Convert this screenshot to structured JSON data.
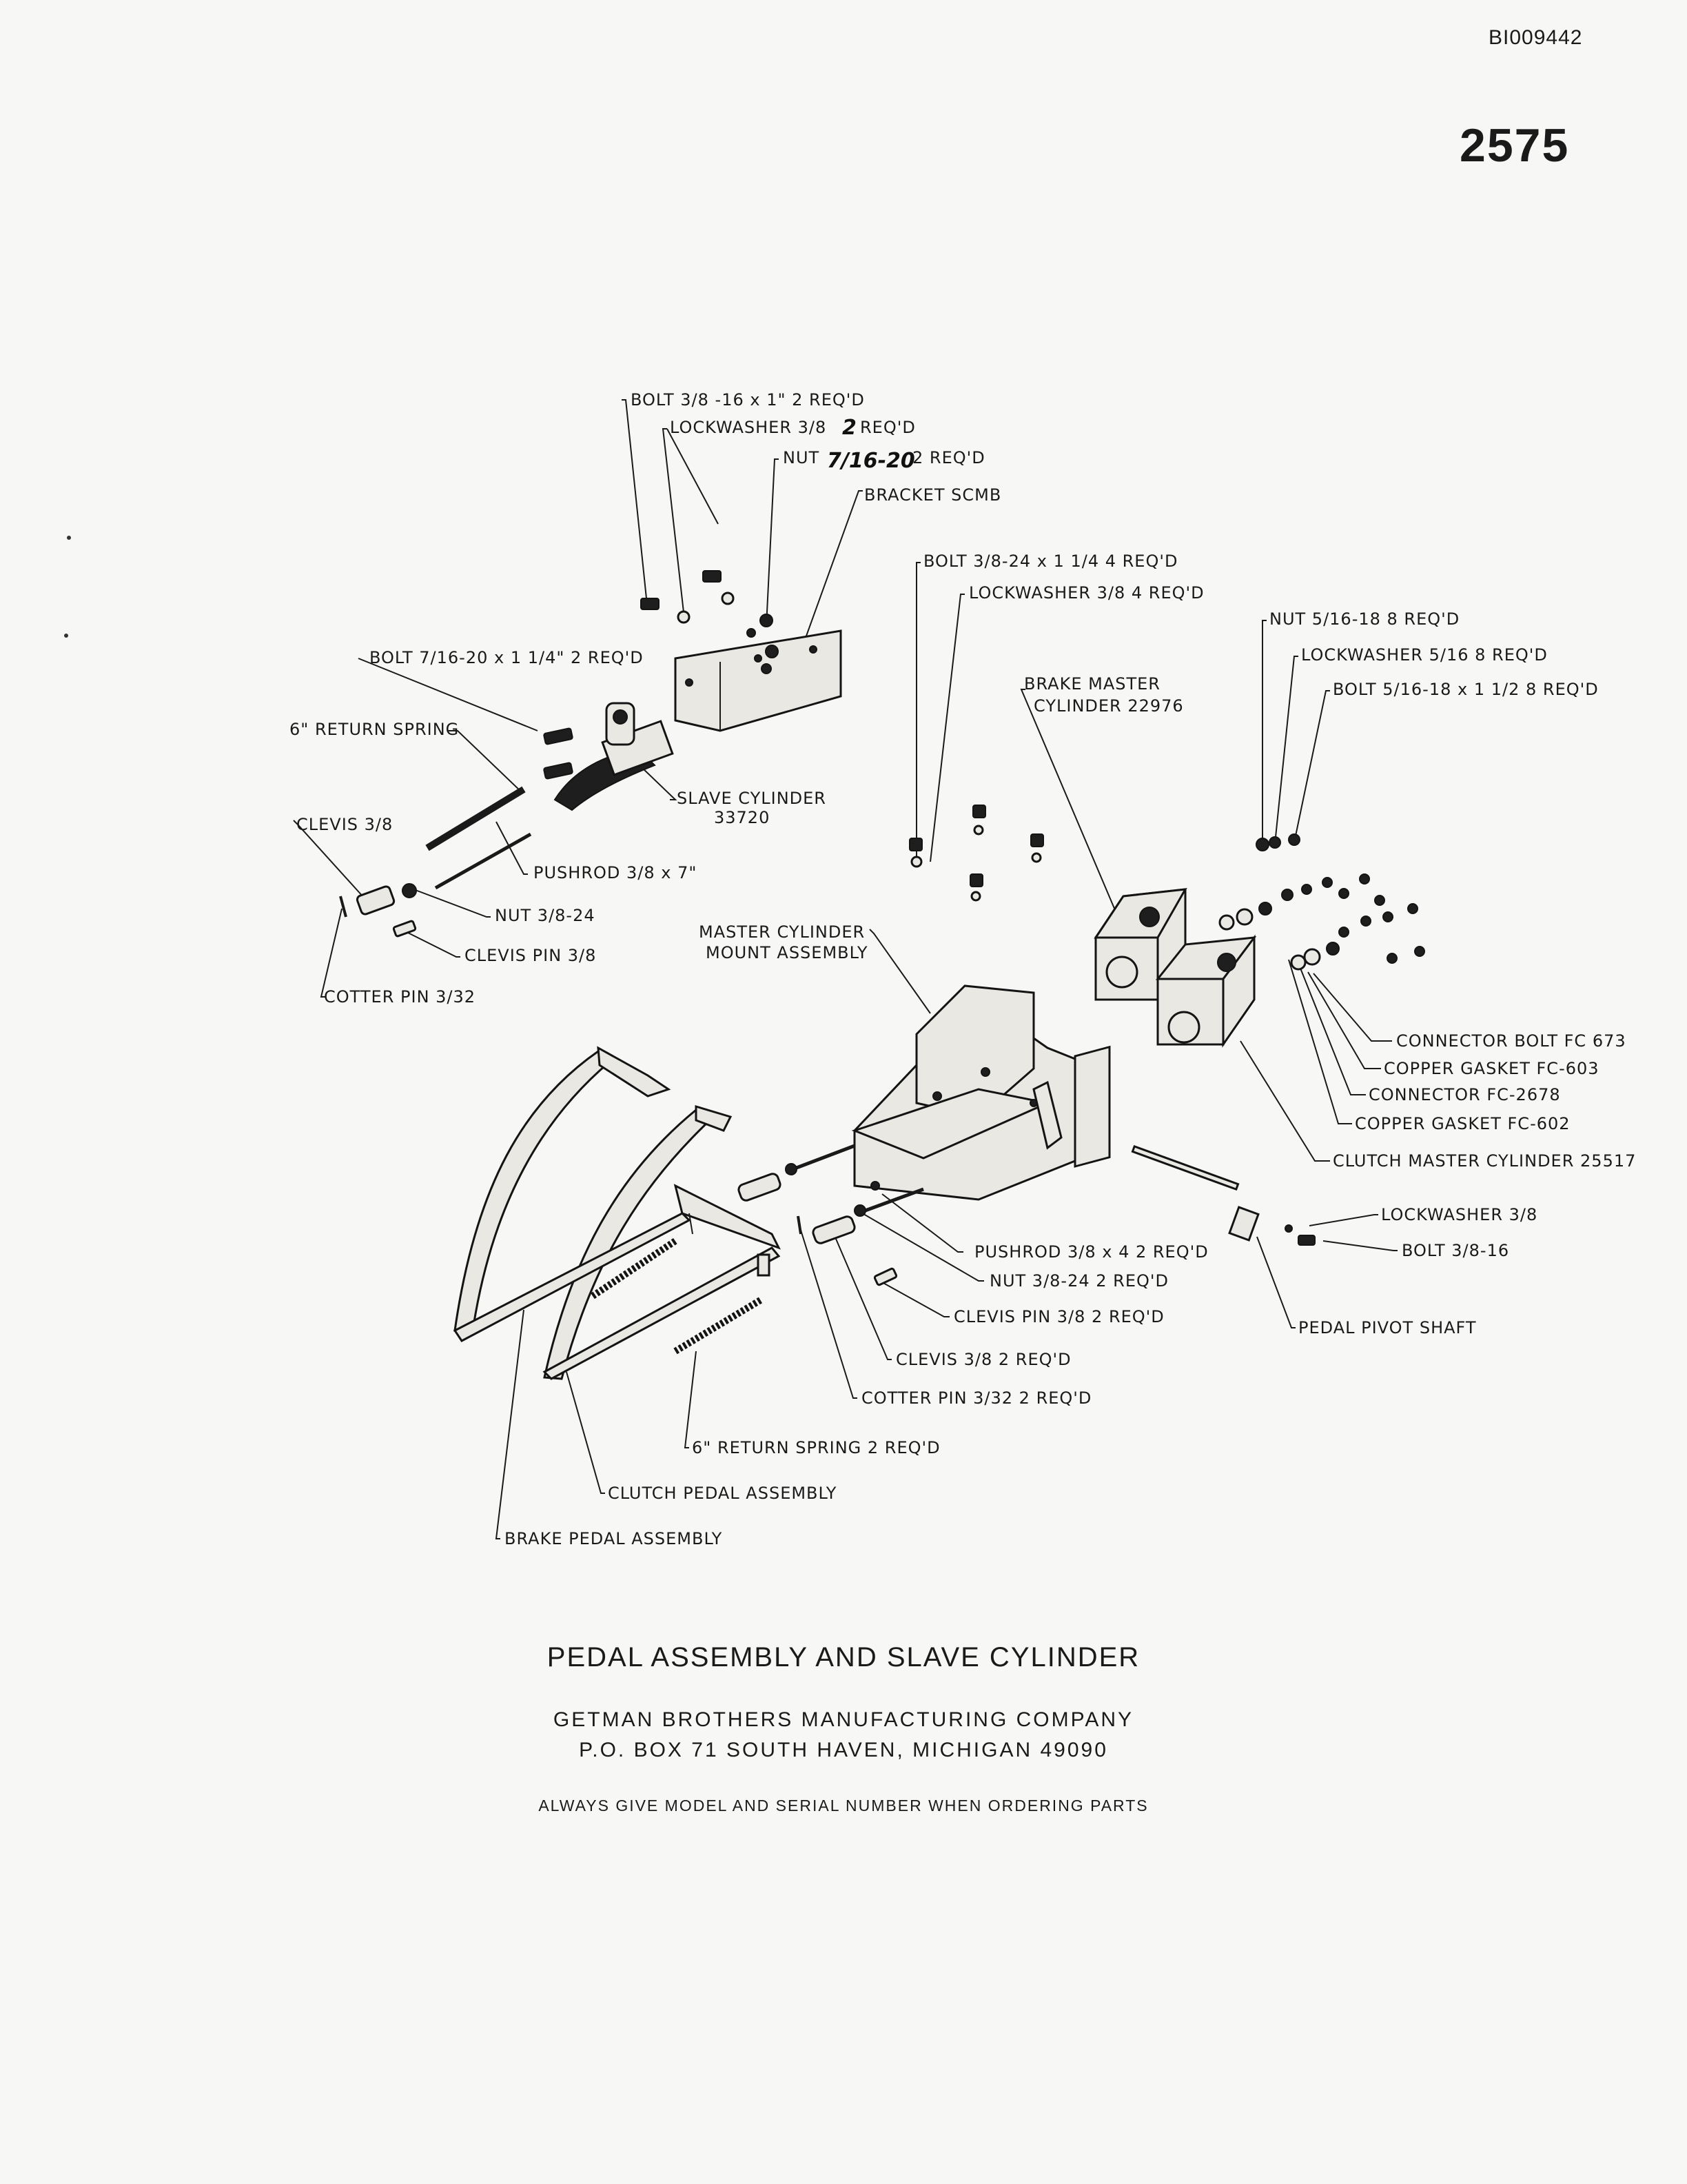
{
  "doc_id": "BI009442",
  "page_number": "2575",
  "labels": {
    "bolt_3_8_16": "BOLT  3/8 -16 x 1\"   2 REQ'D",
    "lockwasher_3_8_top": "LOCKWASHER  3/8",
    "lockwasher_qty_hand": "2",
    "lockwasher_req_top": "REQ'D",
    "nut_prefix": "NUT",
    "nut_hand": "7/16-20",
    "nut_req": "2 REQ'D",
    "bracket": "BRACKET  SCMB",
    "bolt_3_8_24": "BOLT  3/8-24 x 1 1/4    4 REQ'D",
    "lockwasher_3_8_4": "LOCKWASHER  3/8  4 REQ'D",
    "nut_5_16": "NUT  5/16-18   8 REQ'D",
    "lockwasher_5_16": "LOCKWASHER  5/16  8 REQ'D",
    "bolt_5_16": "BOLT  5/16-18 x 1 1/2   8 REQ'D",
    "bolt_7_16": "BOLT  7/16-20 x 1 1/4\"  2 REQ'D",
    "brake_master_1": "BRAKE  MASTER",
    "brake_master_2": "CYLINDER  22976",
    "return_spring_6": "6\" RETURN  SPRING",
    "slave_cyl_1": "SLAVE  CYLINDER",
    "slave_cyl_2": "33720",
    "clevis_3_8": "CLEVIS  3/8",
    "pushrod_3_8_7": "PUSHROD   3/8 x 7\"",
    "nut_3_8_24": "NUT  3/8-24",
    "clevis_pin_3_8": "CLEVIS  PIN  3/8",
    "cotter_pin_3_32": "COTTER  PIN  3/32",
    "master_mount_1": "MASTER  CYLINDER",
    "master_mount_2": "MOUNT  ASSEMBLY",
    "connector_bolt": "CONNECTOR  BOLT   FC 673",
    "copper_gasket_603": "COPPER   GASKET   FC-603",
    "connector_2678": "CONNECTOR   FC-2678",
    "copper_gasket_602": "COPPER    GASKET   FC-602",
    "clutch_master": "CLUTCH  MASTER  CYLINDER   25517",
    "lockwasher_3_8_b": "LOCKWASHER  3/8",
    "bolt_3_8_16_b": "BOLT   3/8-16",
    "pushrod_3_8_4": "PUSHROD  3/8 x 4   2 REQ'D",
    "nut_3_8_24_2": "NUT  3/8-24   2 REQ'D",
    "clevis_pin_2": "CLEVIS   PIN    3/8    2 REQ'D",
    "pedal_pivot": "PEDAL  PIVOT  SHAFT",
    "clevis_2": "CLEVIS   3/8     2  REQ'D",
    "cotter_2": "COTTER   PIN    3/32    2  REQ'D",
    "return_spring_2": "6\"  RETURN   SPRING    2  REQ'D",
    "clutch_pedal": "CLUTCH  PEDAL  ASSEMBLY",
    "brake_pedal": "BRAKE  PEDAL  ASSEMBLY"
  },
  "footer": {
    "title": "PEDAL  ASSEMBLY  AND  SLAVE   CYLINDER",
    "company": "GETMAN   BROTHERS   MANUFACTURING   COMPANY",
    "address": "P.O.  BOX  71   SOUTH  HAVEN,  MICHIGAN   49090",
    "note": "ALWAYS   GIVE   MODEL   AND   SERIAL   NUMBER   WHEN   ORDERING   PARTS"
  }
}
